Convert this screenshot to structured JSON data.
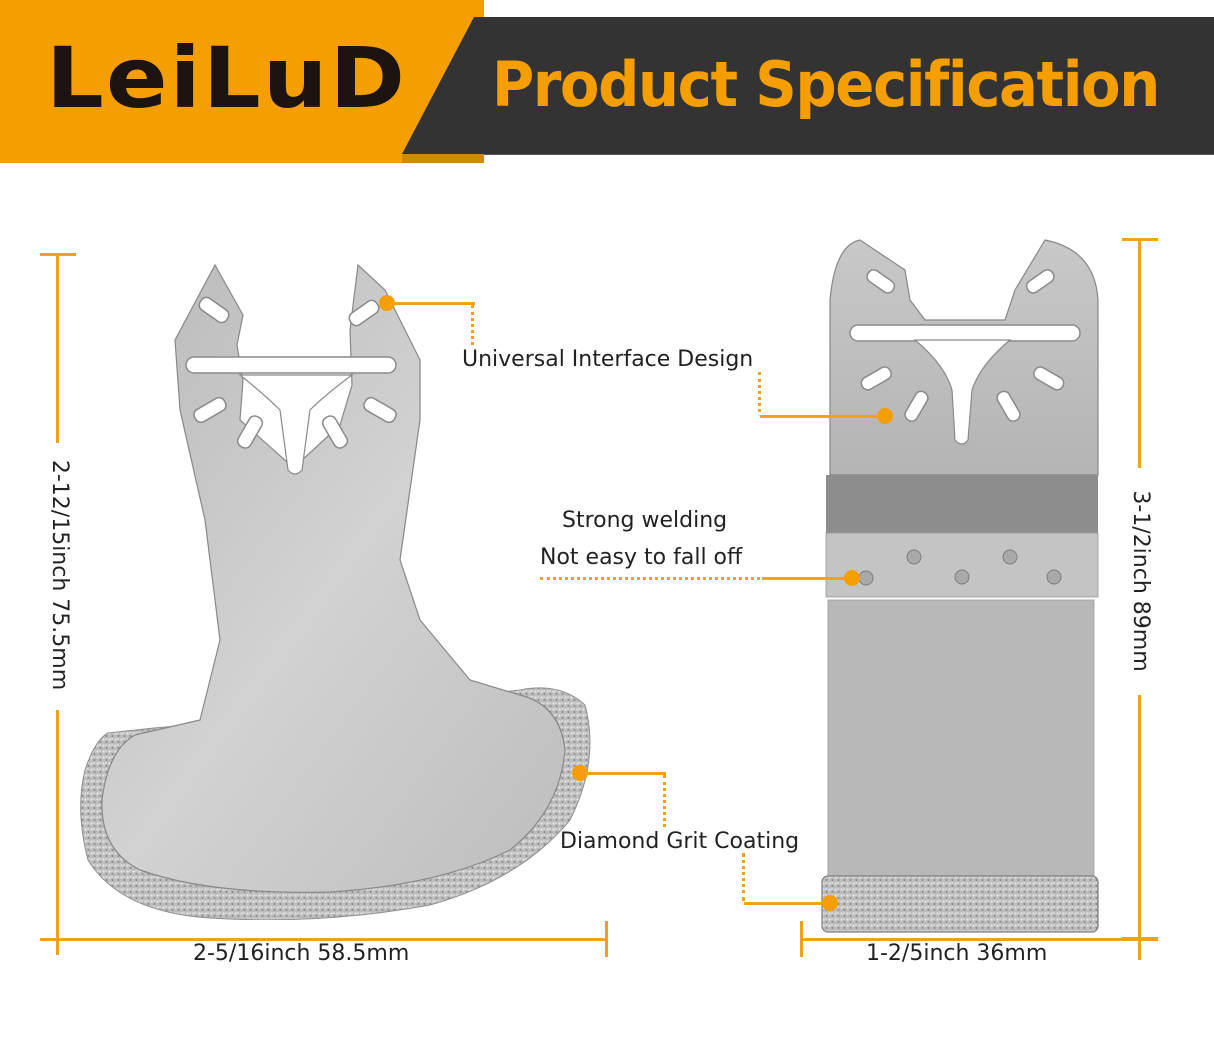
{
  "header": {
    "brand": "LeiLuD",
    "title": "Product Specification"
  },
  "colors": {
    "accent_orange": "#f59e00",
    "dimension_line": "#f2a21a",
    "header_dark": "#333333",
    "brand_text": "#1b1410",
    "body_text": "#222222",
    "blade_steel": "#c8c8c8"
  },
  "left_blade": {
    "height_label": "2-12/15inch 75.5mm",
    "width_label": "2-5/16inch 58.5mm"
  },
  "right_blade": {
    "height_label": "3-1/2inch 89mm",
    "width_label": "1-2/5inch 36mm"
  },
  "callouts": {
    "interface": "Universal Interface Design",
    "welding_line1": "Strong welding",
    "welding_line2": "Not easy to fall off",
    "coating": "Diamond Grit Coating"
  }
}
